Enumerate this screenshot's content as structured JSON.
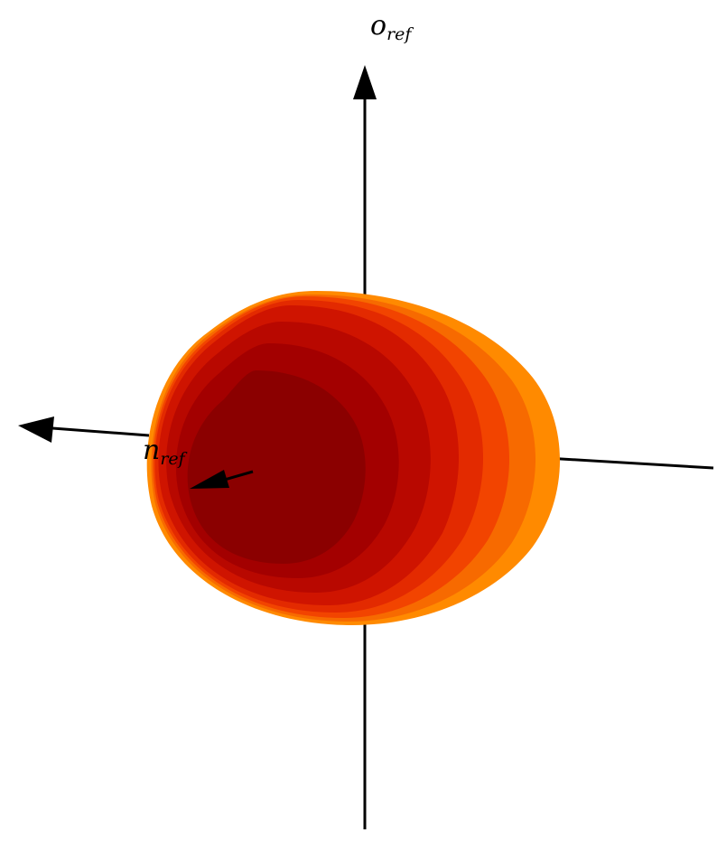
{
  "labels": {
    "vertical_axis": {
      "main": "o",
      "sub": "ref"
    },
    "depth_axis": {
      "main": "n",
      "sub": "ref"
    }
  },
  "colors": {
    "background": "#ffffff",
    "axis": "#000000",
    "surface_core": "#8b0000",
    "surface_rim": "#ff8c00"
  }
}
